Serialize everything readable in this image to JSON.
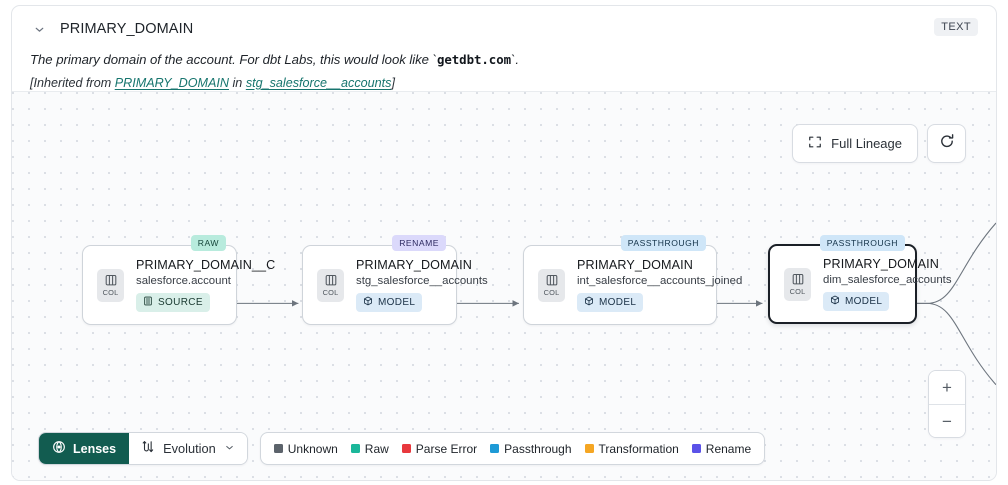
{
  "header": {
    "collapse_icon": "chevron-down-icon",
    "title": "PRIMARY_DOMAIN",
    "type_chip": "TEXT",
    "description_prefix": "The primary domain of the account. For dbt Labs, this would look like `",
    "description_code": "getdbt.com",
    "description_suffix": "`.",
    "inherited_prefix": "[Inherited from ",
    "inherited_link1": "PRIMARY_DOMAIN",
    "inherited_mid": " in ",
    "inherited_link2": "stg_salesforce__accounts",
    "inherited_suffix": "]"
  },
  "canvas": {
    "full_lineage_label": "Full Lineage",
    "full_lineage_icon": "expand-brackets-icon",
    "refresh_icon": "refresh-icon",
    "zoom_in_label": "+",
    "zoom_out_label": "−"
  },
  "nodes": [
    {
      "tag": "RAW",
      "tag_class": "tag-raw",
      "col_label": "COL",
      "title": "PRIMARY_DOMAIN__C",
      "subtitle": "salesforce.account",
      "kind": "SOURCE",
      "kind_icon": "database-icon",
      "kind_class": "kind-source",
      "selected": false
    },
    {
      "tag": "RENAME",
      "tag_class": "tag-rename",
      "col_label": "COL",
      "title": "PRIMARY_DOMAIN",
      "subtitle": "stg_salesforce__accounts",
      "kind": "MODEL",
      "kind_icon": "cube-icon",
      "kind_class": "kind-model",
      "selected": false
    },
    {
      "tag": "PASSTHROUGH",
      "tag_class": "tag-passthrough",
      "col_label": "COL",
      "title": "PRIMARY_DOMAIN",
      "subtitle": "int_salesforce__accounts_joined",
      "kind": "MODEL",
      "kind_icon": "cube-icon",
      "kind_class": "kind-model",
      "selected": false
    },
    {
      "tag": "PASSTHROUGH",
      "tag_class": "tag-passthrough",
      "col_label": "COL",
      "title": "PRIMARY_DOMAIN",
      "subtitle": "dim_salesforce_accounts",
      "kind": "MODEL",
      "kind_icon": "cube-icon",
      "kind_class": "kind-model",
      "selected": true
    }
  ],
  "toolbar": {
    "lenses_label": "Lenses",
    "lenses_icon": "lens-icon",
    "evolution_label": "Evolution",
    "evolution_icon": "evolution-icon",
    "evolution_caret": "chevron-down-icon"
  },
  "legend": [
    {
      "label": "Unknown",
      "color": "#5c636b"
    },
    {
      "label": "Raw",
      "color": "#1bb79a"
    },
    {
      "label": "Parse Error",
      "color": "#e8383d"
    },
    {
      "label": "Passthrough",
      "color": "#1e9ad6"
    },
    {
      "label": "Transformation",
      "color": "#f5a623"
    },
    {
      "label": "Rename",
      "color": "#5b52e8"
    }
  ]
}
